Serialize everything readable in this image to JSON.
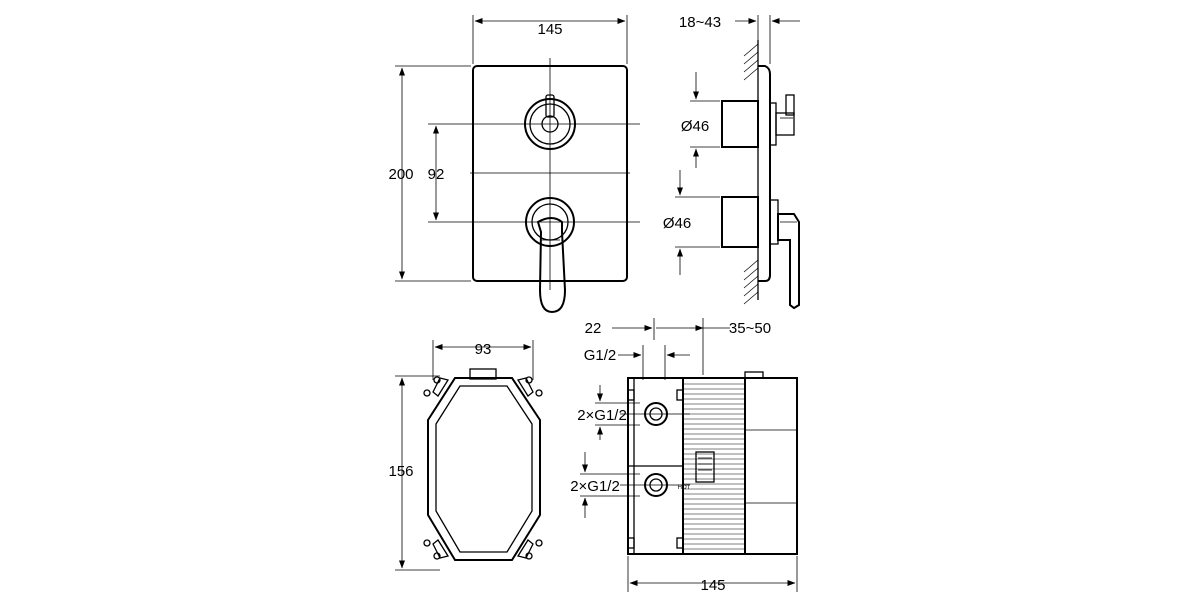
{
  "front_view": {
    "width_dim": "145",
    "height_dim": "200",
    "spacing_dim": "92"
  },
  "side_view": {
    "depth_dim": "18~43",
    "upper_diameter": "Ø46",
    "lower_diameter": "Ø46"
  },
  "box_front_view": {
    "width_dim": "93",
    "height_dim": "156"
  },
  "box_side_view": {
    "offset_dim": "22",
    "depth_dim": "35~50",
    "thread_dim": "G1/2",
    "upper_ports_dim": "2×G1/2",
    "lower_ports_dim": "2×G1/2",
    "hot_label": "HOT",
    "width_dim": "145"
  }
}
